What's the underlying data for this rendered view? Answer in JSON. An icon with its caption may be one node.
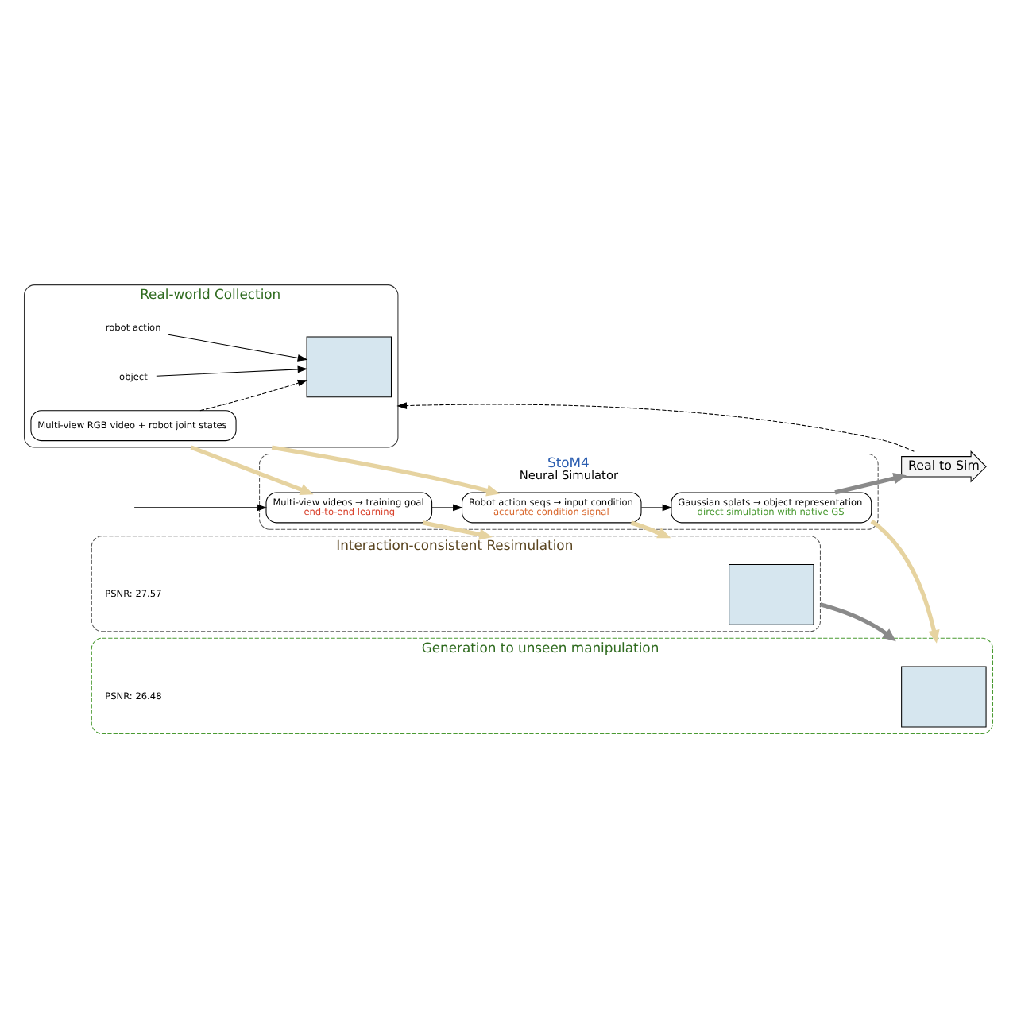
{
  "diagram": {
    "nodes": [
      {
        "text": [
          "Real-world Collection"
        ]
      },
      {
        "text": [
          "Multi-view RGB video + robot joint states"
        ],
        "in": 0
      },
      {
        "text": [],
        "shape": "box",
        "in": 0
      },
      {
        "text": [
          "robot action"
        ],
        "in": 0
      },
      {
        "text": [
          "object"
        ],
        "in": 0
      },
      {
        "text": [
          "StoM4",
          "Neural Simulator"
        ]
      },
      {
        "text": [
          "Multi-view videos → training goal",
          "end-to-end learning"
        ],
        "in": 5
      },
      {
        "text": [
          "Robot action seqs → input condition",
          "accurate condition signal"
        ],
        "in": 5
      },
      {
        "text": [
          "Gaussian splats → object representation",
          "direct simulation with native GS"
        ],
        "in": 5
      },
      {
        "text": [
          "Real to Sim"
        ]
      },
      {
        "text": [
          "Interaction-consistent Resimulation"
        ]
      },
      {
        "text": [],
        "shape": "box",
        "in": 10
      },
      {
        "text": [
          "PSNR: 27.57"
        ],
        "in": 10
      },
      {
        "text": [
          "Generation to unseen manipulation"
        ]
      },
      {
        "text": [],
        "shape": "box",
        "in": 13
      },
      {
        "text": [
          "PSNR: 26.48"
        ],
        "in": 13
      }
    ],
    "edges": [
      {
        "from": 1,
        "to": 2,
        "arrow": "to",
        "style": "dashed"
      },
      {
        "from": 3,
        "to": 2,
        "arrow": "to"
      },
      {
        "from": 4,
        "to": 2,
        "arrow": "to"
      },
      {
        "from": null,
        "to": 6,
        "arrow": "to"
      },
      {
        "from": 6,
        "to": 7,
        "arrow": "to"
      },
      {
        "from": 7,
        "to": 8,
        "arrow": "to"
      },
      {
        "from": 8,
        "to": 9,
        "arrow": "to",
        "style": "thick",
        "color": "#8a8a8a"
      },
      {
        "from": 0,
        "to": 6,
        "arrow": "to",
        "style": "thick",
        "color": "#e6d3a0"
      },
      {
        "from": 0,
        "to": 7,
        "arrow": "to",
        "style": "thick",
        "color": "#e6d3a0"
      },
      {
        "from": 6,
        "to": 10,
        "arrow": "to",
        "style": "thick",
        "color": "#e6d3a0"
      },
      {
        "from": 7,
        "to": 10,
        "arrow": "to",
        "style": "thick",
        "color": "#e6d3a0"
      },
      {
        "from": 8,
        "to": 13,
        "arrow": "to",
        "style": "thick",
        "color": "#e6d3a0"
      },
      {
        "from": 10,
        "to": 13,
        "arrow": "to",
        "style": "thick",
        "color": "#8a8a8a"
      },
      {
        "from": 9,
        "to": 0,
        "arrow": "to",
        "style": "dashed"
      }
    ]
  }
}
